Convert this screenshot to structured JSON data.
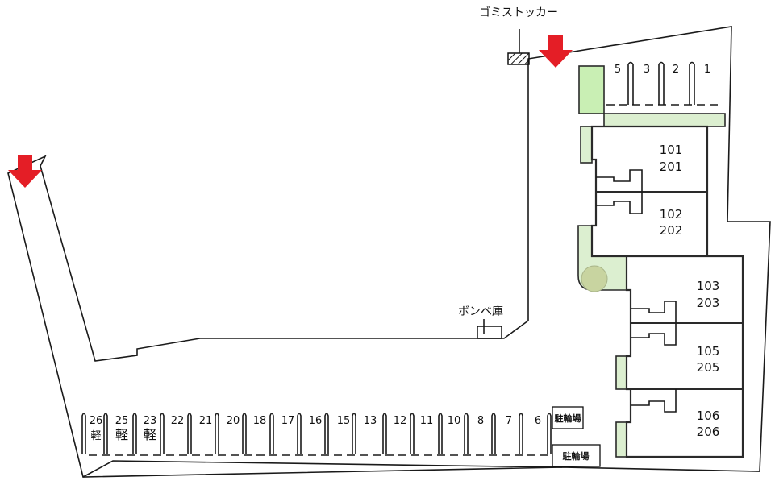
{
  "title": "駐車場・建物配置図",
  "labels": {
    "garbage_stocker": "ゴミストッカー",
    "gas_cylinder_shed": "ボンベ庫",
    "bicycle_parking_1": "駐輪場",
    "bicycle_parking_2": "駐輪場"
  },
  "colors": {
    "entrance_arrow": "#e41e26",
    "planting": "#c9efb4",
    "tree": "#c8d4a0",
    "line": "#1a1a1a"
  },
  "icons": {
    "entrance": "arrow-down-icon",
    "tree": "tree-icon",
    "garbage": "hatched-box-icon"
  },
  "units": [
    {
      "lower": "101",
      "upper": "201"
    },
    {
      "lower": "102",
      "upper": "202"
    },
    {
      "lower": "103",
      "upper": "203"
    },
    {
      "lower": "105",
      "upper": "205"
    },
    {
      "lower": "106",
      "upper": "206"
    }
  ],
  "top_parking": [
    "5",
    "3",
    "2",
    "1"
  ],
  "bottom_parking": [
    {
      "no": "26",
      "kei": "軽"
    },
    {
      "no": "25",
      "kei": "軽"
    },
    {
      "no": "23",
      "kei": "軽"
    },
    {
      "no": "22",
      "kei": ""
    },
    {
      "no": "21",
      "kei": ""
    },
    {
      "no": "20",
      "kei": ""
    },
    {
      "no": "18",
      "kei": ""
    },
    {
      "no": "17",
      "kei": ""
    },
    {
      "no": "16",
      "kei": ""
    },
    {
      "no": "15",
      "kei": ""
    },
    {
      "no": "13",
      "kei": ""
    },
    {
      "no": "12",
      "kei": ""
    },
    {
      "no": "11",
      "kei": ""
    },
    {
      "no": "10",
      "kei": ""
    },
    {
      "no": "8",
      "kei": ""
    },
    {
      "no": "7",
      "kei": ""
    },
    {
      "no": "6",
      "kei": ""
    }
  ]
}
